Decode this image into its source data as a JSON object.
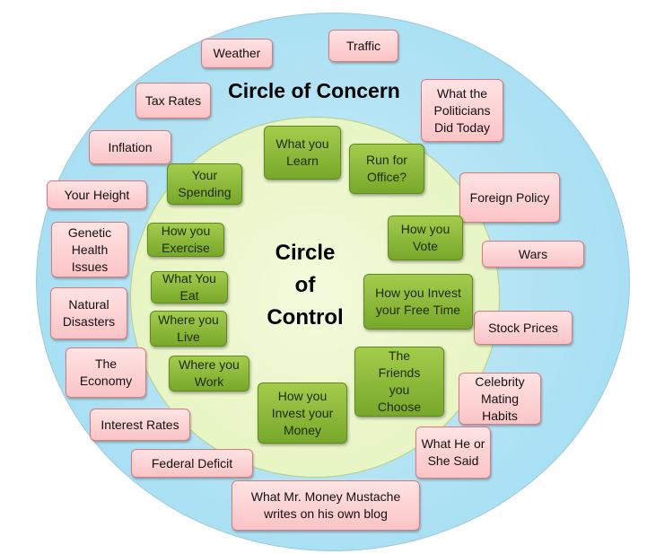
{
  "concern": {
    "title": "Circle of Concern",
    "items": [
      "Weather",
      "Traffic",
      "Tax Rates",
      "What the Politicians Did Today",
      "Inflation",
      "Your Height",
      "Foreign Policy",
      "Genetic Health Issues",
      "Wars",
      "Natural Disasters",
      "Stock Prices",
      "The Economy",
      "Celebrity Mating Habits",
      "Interest Rates",
      "What He or She Said",
      "Federal Deficit",
      "What Mr. Money Mustache writes on his own blog"
    ]
  },
  "control": {
    "title_lines": [
      "Circle",
      "of",
      "Control"
    ],
    "items": [
      "What you Learn",
      "Run for Office?",
      "Your Spending",
      "How you Exercise",
      "How you Vote",
      "What You Eat",
      "How you Invest your Free Time",
      "Where you Live",
      "Where you Work",
      "The Friends you Choose",
      "How you Invest your Money"
    ]
  }
}
